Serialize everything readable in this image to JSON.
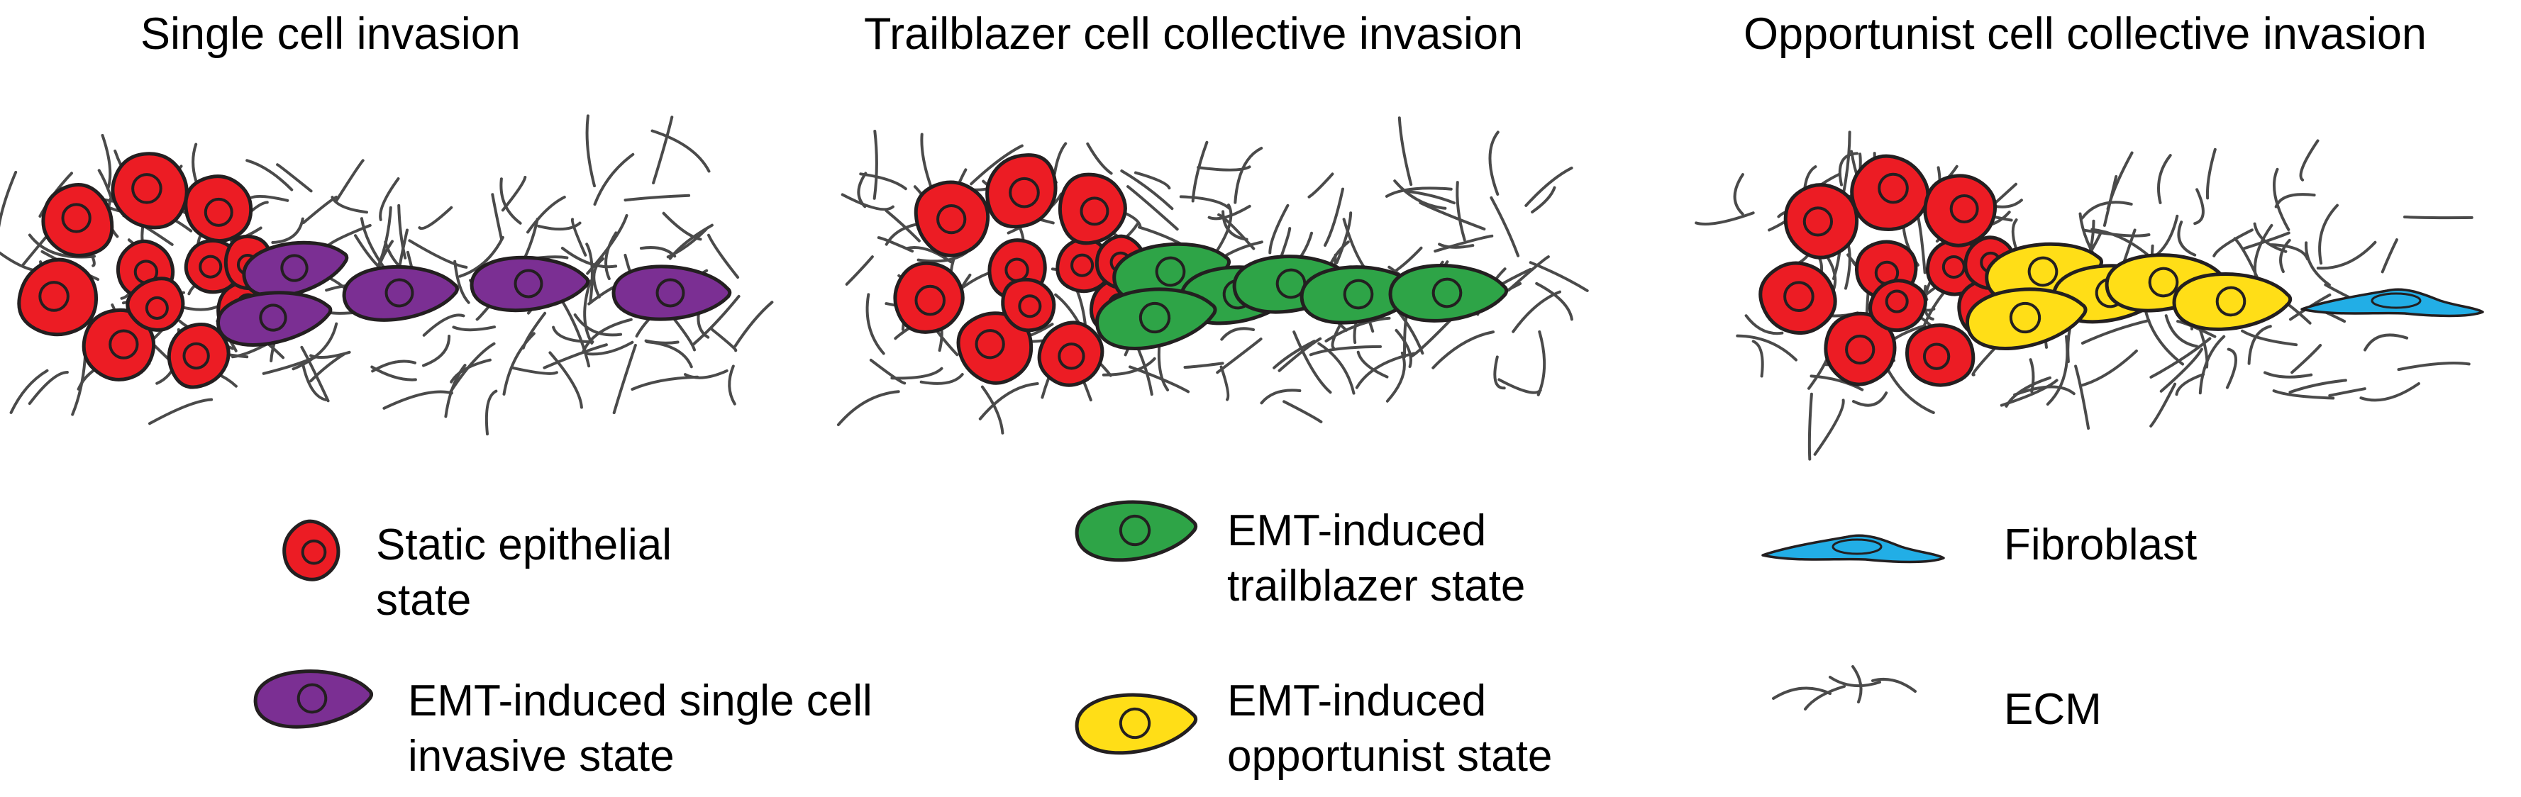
{
  "colors": {
    "epithelial": "#ec1c24",
    "single_cell": "#7b2f93",
    "trailblazer": "#2ea447",
    "opportunist": "#ffde17",
    "fibroblast": "#22aee6",
    "ecm": "#4a4a4a",
    "outline": "#231f20"
  },
  "panels": [
    {
      "title": "Single cell invasion",
      "invading_cell": "single_cell"
    },
    {
      "title": "Trailblazer cell collective invasion",
      "invading_cell": "trailblazer"
    },
    {
      "title": "Opportunist cell collective invasion",
      "invading_cell": "opportunist",
      "leader": "fibroblast"
    }
  ],
  "legend": [
    {
      "icon": "epithelial",
      "lines": [
        "Static epithelial",
        "state"
      ]
    },
    {
      "icon": "single_cell",
      "lines": [
        "EMT-induced single cell",
        "invasive state"
      ]
    },
    {
      "icon": "trailblazer",
      "lines": [
        "EMT-induced",
        "trailblazer state"
      ]
    },
    {
      "icon": "opportunist",
      "lines": [
        "EMT-induced",
        "opportunist state"
      ]
    },
    {
      "icon": "fibroblast",
      "lines": [
        "Fibroblast"
      ]
    },
    {
      "icon": "ecm",
      "lines": [
        "ECM"
      ]
    }
  ]
}
